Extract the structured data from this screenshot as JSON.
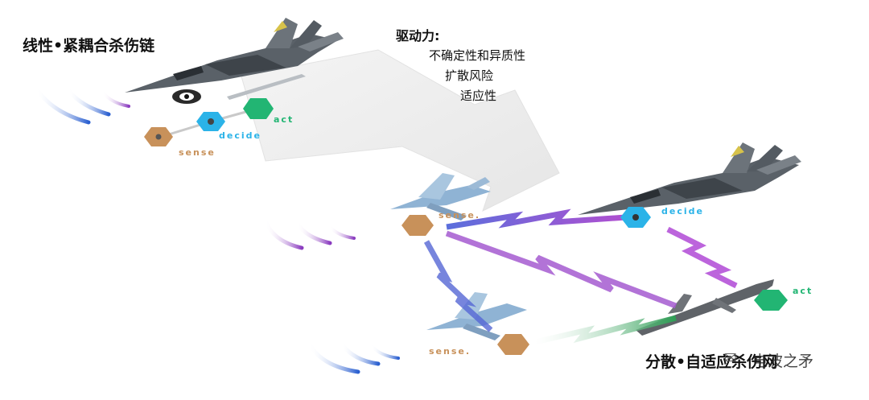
{
  "titles": {
    "left": "线性•紧耦合杀伤链",
    "right": "分散•自适应杀伤网"
  },
  "drivers": {
    "heading": "驱动力:",
    "items": [
      "不确定性和异质性",
      "扩散风险",
      "适应性"
    ]
  },
  "labels": {
    "sense": "sense",
    "decide": "decide",
    "act": "act",
    "sense_dot": "sense."
  },
  "watermark": "电波之矛",
  "colors": {
    "sense": "#c8915a",
    "decide": "#2bb3e8",
    "act": "#22b573",
    "link_purple": "#a04bc8",
    "link_blue": "#4a5fd0",
    "link_green": "#2e9e55",
    "arrow": "#eeeeee"
  }
}
